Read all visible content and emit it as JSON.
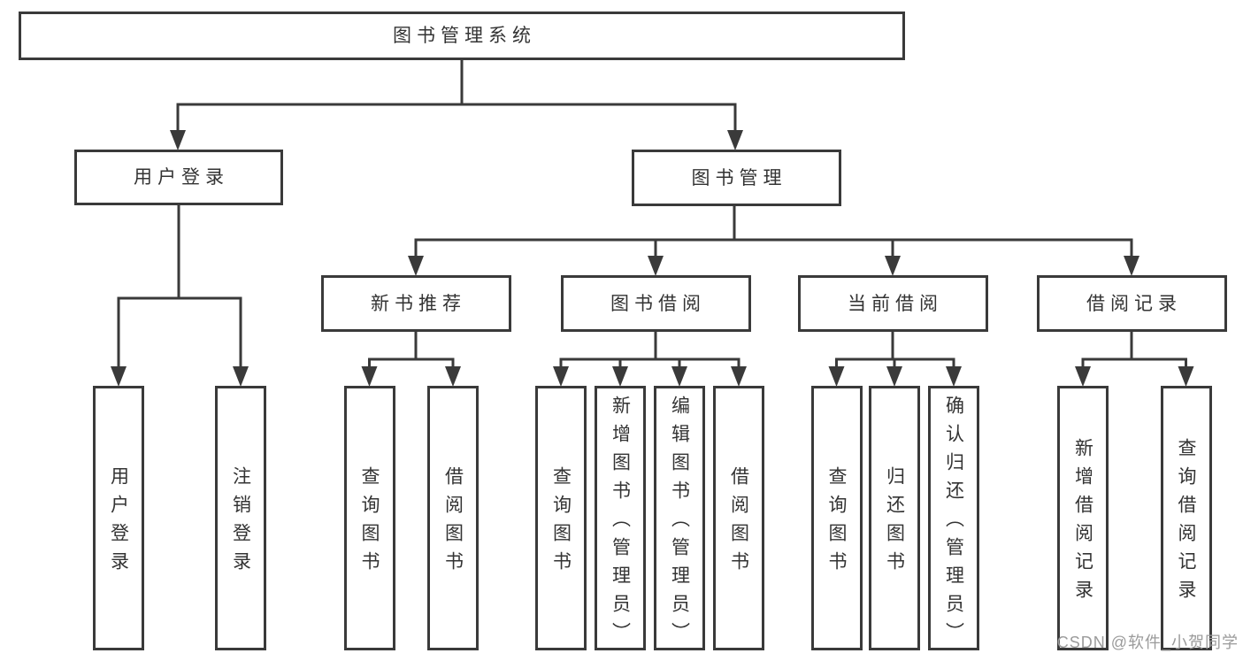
{
  "colors": {
    "line": "#3a3a3a",
    "text": "#333333",
    "bg": "#ffffff",
    "watermark": "#9b9b9b"
  },
  "tree": {
    "root": {
      "label": "图书管理系统"
    },
    "level2": [
      {
        "label": "用户登录",
        "children": [
          {
            "label": "用户登录"
          },
          {
            "label": "注销登录"
          }
        ]
      },
      {
        "label": "图书管理",
        "children": [
          {
            "label": "新书推荐",
            "children": [
              {
                "label": "查询图书"
              },
              {
                "label": "借阅图书"
              }
            ]
          },
          {
            "label": "图书借阅",
            "children": [
              {
                "label": "查询图书"
              },
              {
                "label": "新增图书（管理员）"
              },
              {
                "label": "编辑图书（管理员）"
              },
              {
                "label": "借阅图书"
              }
            ]
          },
          {
            "label": "当前借阅",
            "children": [
              {
                "label": "查询图书"
              },
              {
                "label": "归还图书"
              },
              {
                "label": "确认归还（管理员）"
              }
            ]
          },
          {
            "label": "借阅记录",
            "children": [
              {
                "label": "新增借阅记录"
              },
              {
                "label": "查询借阅记录"
              }
            ]
          }
        ]
      }
    ]
  },
  "watermark": {
    "text": "CSDN @软件_小贺同学"
  }
}
